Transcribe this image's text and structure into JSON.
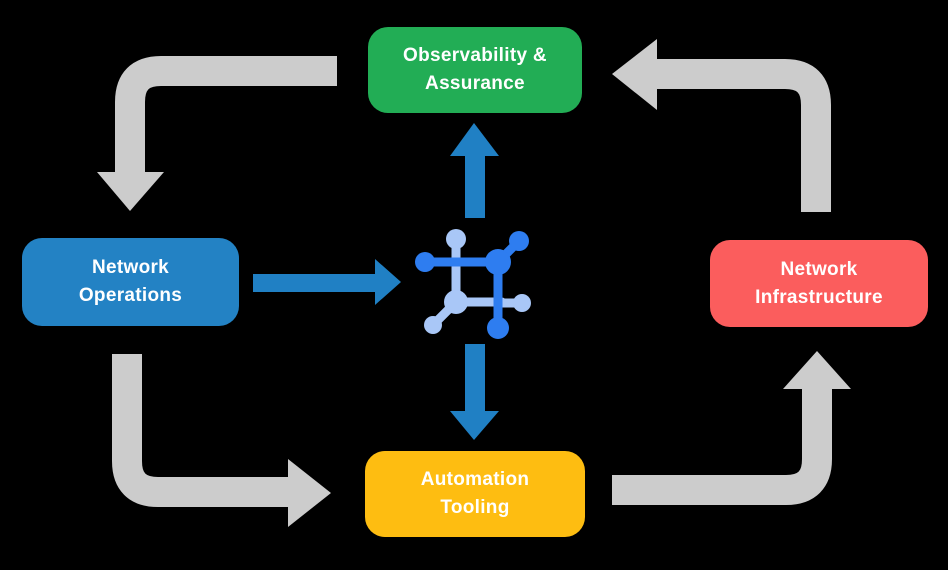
{
  "diagram": {
    "description": "Closed-loop network automation cycle diagram",
    "background": "#000000"
  },
  "colors": {
    "green": "#22AD55",
    "blue": "#2382C4",
    "red": "#FB5D5D",
    "yellow": "#FEBD11",
    "gray_arrow": "#CCCCCC",
    "flow_blue": "#2080C4",
    "icon_dark_blue": "#2E7DF0",
    "icon_light_blue": "#A9C7F7",
    "label_text": "#FFFFFF"
  },
  "nodes": {
    "observability": {
      "line1": "Observability &",
      "line2": "Assurance",
      "color": "#22AD55"
    },
    "operations": {
      "line1": "Network",
      "line2": "Operations",
      "color": "#2382C4"
    },
    "infrastructure": {
      "line1": "Network",
      "line2": "Infrastructure",
      "color": "#FB5D5D"
    },
    "automation": {
      "line1": "Automation",
      "line2": "Tooling",
      "color": "#FEBD11"
    }
  },
  "center_icon": {
    "name": "network-automation-icon",
    "style": "square circuit with connected round nodes, two-tone blue"
  },
  "arrows": {
    "cycle": [
      {
        "from": "observability",
        "to": "operations",
        "direction": "left-then-down",
        "color": "#CCCCCC"
      },
      {
        "from": "operations",
        "to": "automation",
        "direction": "down-then-right",
        "color": "#CCCCCC"
      },
      {
        "from": "automation",
        "to": "infrastructure",
        "direction": "right-then-up",
        "color": "#CCCCCC"
      },
      {
        "from": "infrastructure",
        "to": "observability",
        "direction": "up-then-left",
        "color": "#CCCCCC"
      }
    ],
    "flows": [
      {
        "from": "operations",
        "to": "center-icon",
        "direction": "right",
        "color": "#2080C4"
      },
      {
        "from": "center-icon",
        "to": "observability",
        "direction": "up",
        "color": "#2080C4"
      },
      {
        "from": "center-icon",
        "to": "automation",
        "direction": "down",
        "color": "#2080C4"
      }
    ]
  }
}
